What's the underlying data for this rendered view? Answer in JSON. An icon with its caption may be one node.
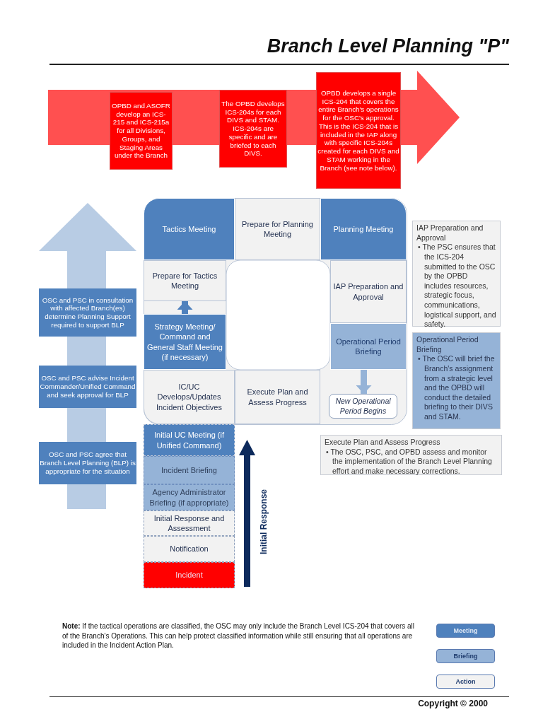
{
  "diagram": {
    "title": "Branch Level Planning \"P\"",
    "nodes": [
      {
        "text": [],
        "shape": "arrow"
      },
      {
        "text": [
          "OPBD and ASOFR develop an ICS-215 and ICS-215a for all Divisions, Groups, and Staging Areas under the Branch"
        ],
        "in": 0
      },
      {
        "text": [
          "The OPBD develops ICS-204s for each DIVS and STAM. ICS-204s are specific and are briefed to each DIVS."
        ],
        "in": 0
      },
      {
        "text": [
          "OPBD develops a single ICS-204 that covers the entire Branch's operations for the OSC's approval. This is the ICS-204 that is included in the IAP along with specific ICS-204s created for each DIVS and STAM working in the Branch (see note below)."
        ]
      },
      {
        "text": [],
        "shape": "arrow"
      },
      {
        "text": [
          "OSC and PSC in consultation with affected Branch(es) determine Planning Support required to support BLP"
        ],
        "in": 4
      },
      {
        "text": [
          "OSC and PSC advise Incident Commander/Unified Command and seek approval for BLP"
        ],
        "in": 4
      },
      {
        "text": [
          "OSC and PSC agree that Branch Level Planning (BLP) is appropriate for the situation"
        ],
        "in": 4
      },
      {
        "text": [
          "Tactics Meeting"
        ]
      },
      {
        "text": [
          "Prepare for Planning Meeting"
        ]
      },
      {
        "text": [
          "Planning Meeting"
        ]
      },
      {
        "text": [
          "Prepare for Tactics Meeting"
        ]
      },
      {
        "text": [
          "IAP Preparation and Approval"
        ]
      },
      {
        "text": [
          "Strategy Meeting/ Command and General Staff Meeting (if necessary)"
        ]
      },
      {
        "text": [
          "Operational Period Briefing"
        ]
      },
      {
        "text": [
          "IC/UC Develops/Updates Incident Objectives"
        ]
      },
      {
        "text": [
          "Execute Plan and Assess Progress"
        ]
      },
      {
        "text": [
          "New Operational Period Begins"
        ]
      },
      {
        "text": [
          "Initial UC Meeting (if Unified Command)"
        ]
      },
      {
        "text": [
          "Incident Briefing"
        ]
      },
      {
        "text": [
          "Agency Administrator Briefing (if appropriate)"
        ]
      },
      {
        "text": [
          "Initial Response and Assessment"
        ]
      },
      {
        "text": [
          "Notification"
        ]
      },
      {
        "text": [
          "Incident"
        ]
      },
      {
        "text": [
          "IAP Preparation and Approval",
          "• The PSC ensures that the ICS-204 submitted to the OSC by the OPBD includes resources, strategic focus, communications, logistical support, and safety."
        ]
      },
      {
        "text": [
          "Operational Period Briefing",
          "• The OSC will brief the Branch's assignment from a strategic level and the OPBD will conduct the detailed briefing to their DIVS and STAM."
        ]
      },
      {
        "text": [
          "Execute Plan and Assess Progress",
          "• The OSC, PSC, and OPBD assess and monitor the implementation of the Branch Level Planning effort and make necessary corrections."
        ]
      }
    ],
    "edges": [
      {
        "from": 13,
        "to": 11,
        "arrow": "to",
        "color": "#4f81bd"
      },
      {
        "from": 14,
        "to": 17,
        "arrow": "to",
        "color": "#95b3d7"
      }
    ],
    "labels": [
      "Initial Response",
      "**Note:** If the tactical operations are classified, the OSC may only include the Branch Level ICS-204 that covers all of the Branch's Operations.  This can help protect classified information while still ensuring that all operations are included in the Incident Action Plan.",
      "Copyright © 2000"
    ],
    "legend": [
      {
        "text": "Meeting",
        "color": "#4f81bd"
      },
      {
        "text": "Briefing",
        "color": "#95b3d7"
      },
      {
        "text": "Action",
        "color": "#f2f2f2"
      }
    ]
  }
}
